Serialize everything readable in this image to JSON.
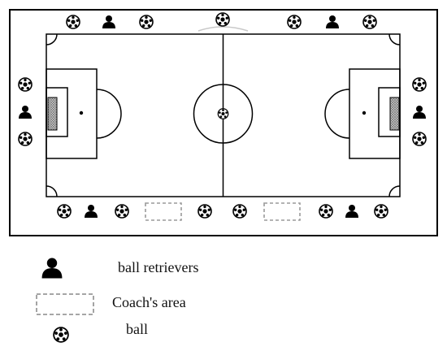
{
  "legend": {
    "retriever_label": "ball retrievers",
    "coach_label": "Coach's area",
    "ball_label": "ball"
  },
  "icons": {
    "ball": "soccer-ball-icon",
    "retriever": "person-icon",
    "coach_area": "dashed-rectangle"
  },
  "colors": {
    "line": "#000000",
    "dash": "#9a9a9a",
    "goal_net": "#888888"
  }
}
